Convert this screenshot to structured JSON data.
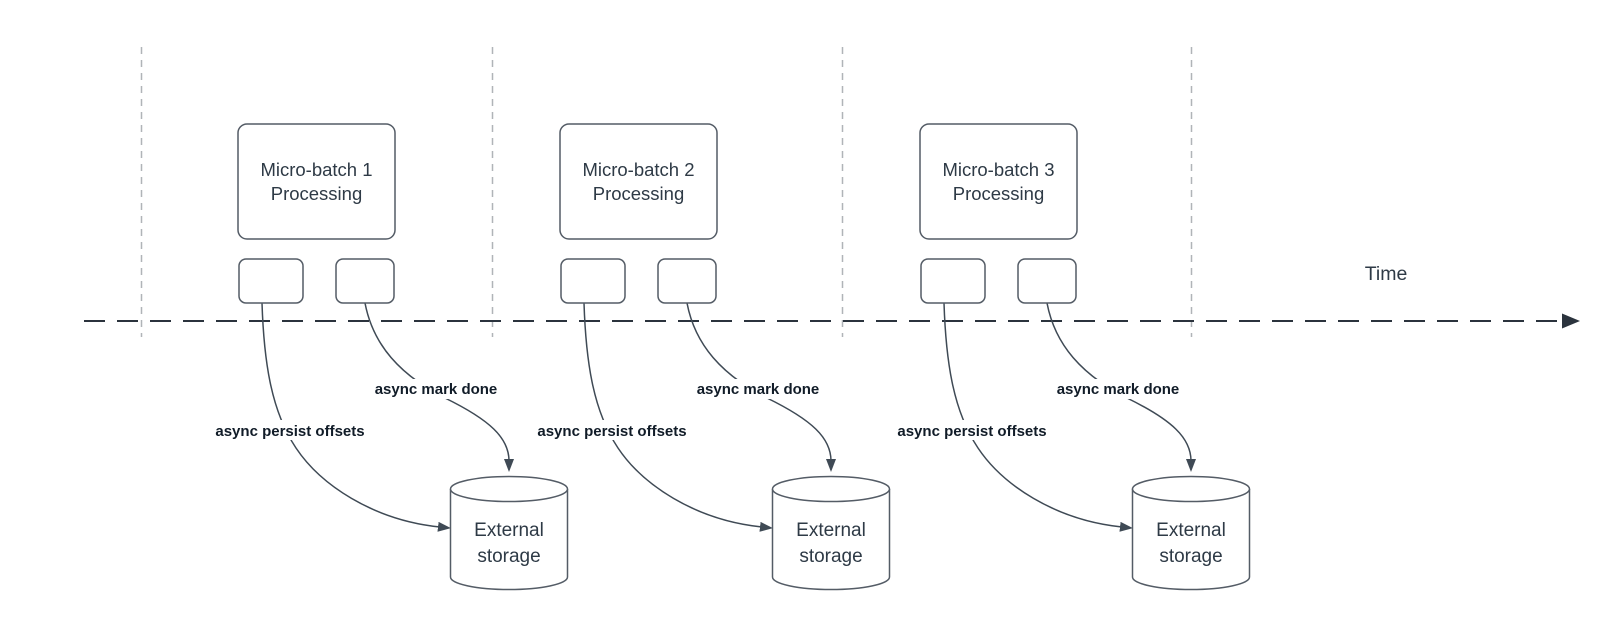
{
  "timeline": {
    "label": "Time"
  },
  "batches": [
    {
      "box_title": "Micro-batch 1",
      "box_subtitle": "Processing",
      "persist_label": "async persist offsets",
      "mark_done_label": "async mark done",
      "storage_line1": "External",
      "storage_line2": "storage"
    },
    {
      "box_title": "Micro-batch 2",
      "box_subtitle": "Processing",
      "persist_label": "async persist offsets",
      "mark_done_label": "async mark done",
      "storage_line1": "External",
      "storage_line2": "storage"
    },
    {
      "box_title": "Micro-batch 3",
      "box_subtitle": "Processing",
      "persist_label": "async persist offsets",
      "mark_done_label": "async mark done",
      "storage_line1": "External",
      "storage_line2": "storage"
    }
  ],
  "colors": {
    "background": "#ffffff",
    "shape_stroke": "#545c66",
    "curve_stroke": "#3f4a55",
    "timeline_stroke": "#2b333d",
    "gridline_stroke": "#b0b4b8",
    "shape_text": "#2e3a46",
    "label_text": "#111c28"
  }
}
